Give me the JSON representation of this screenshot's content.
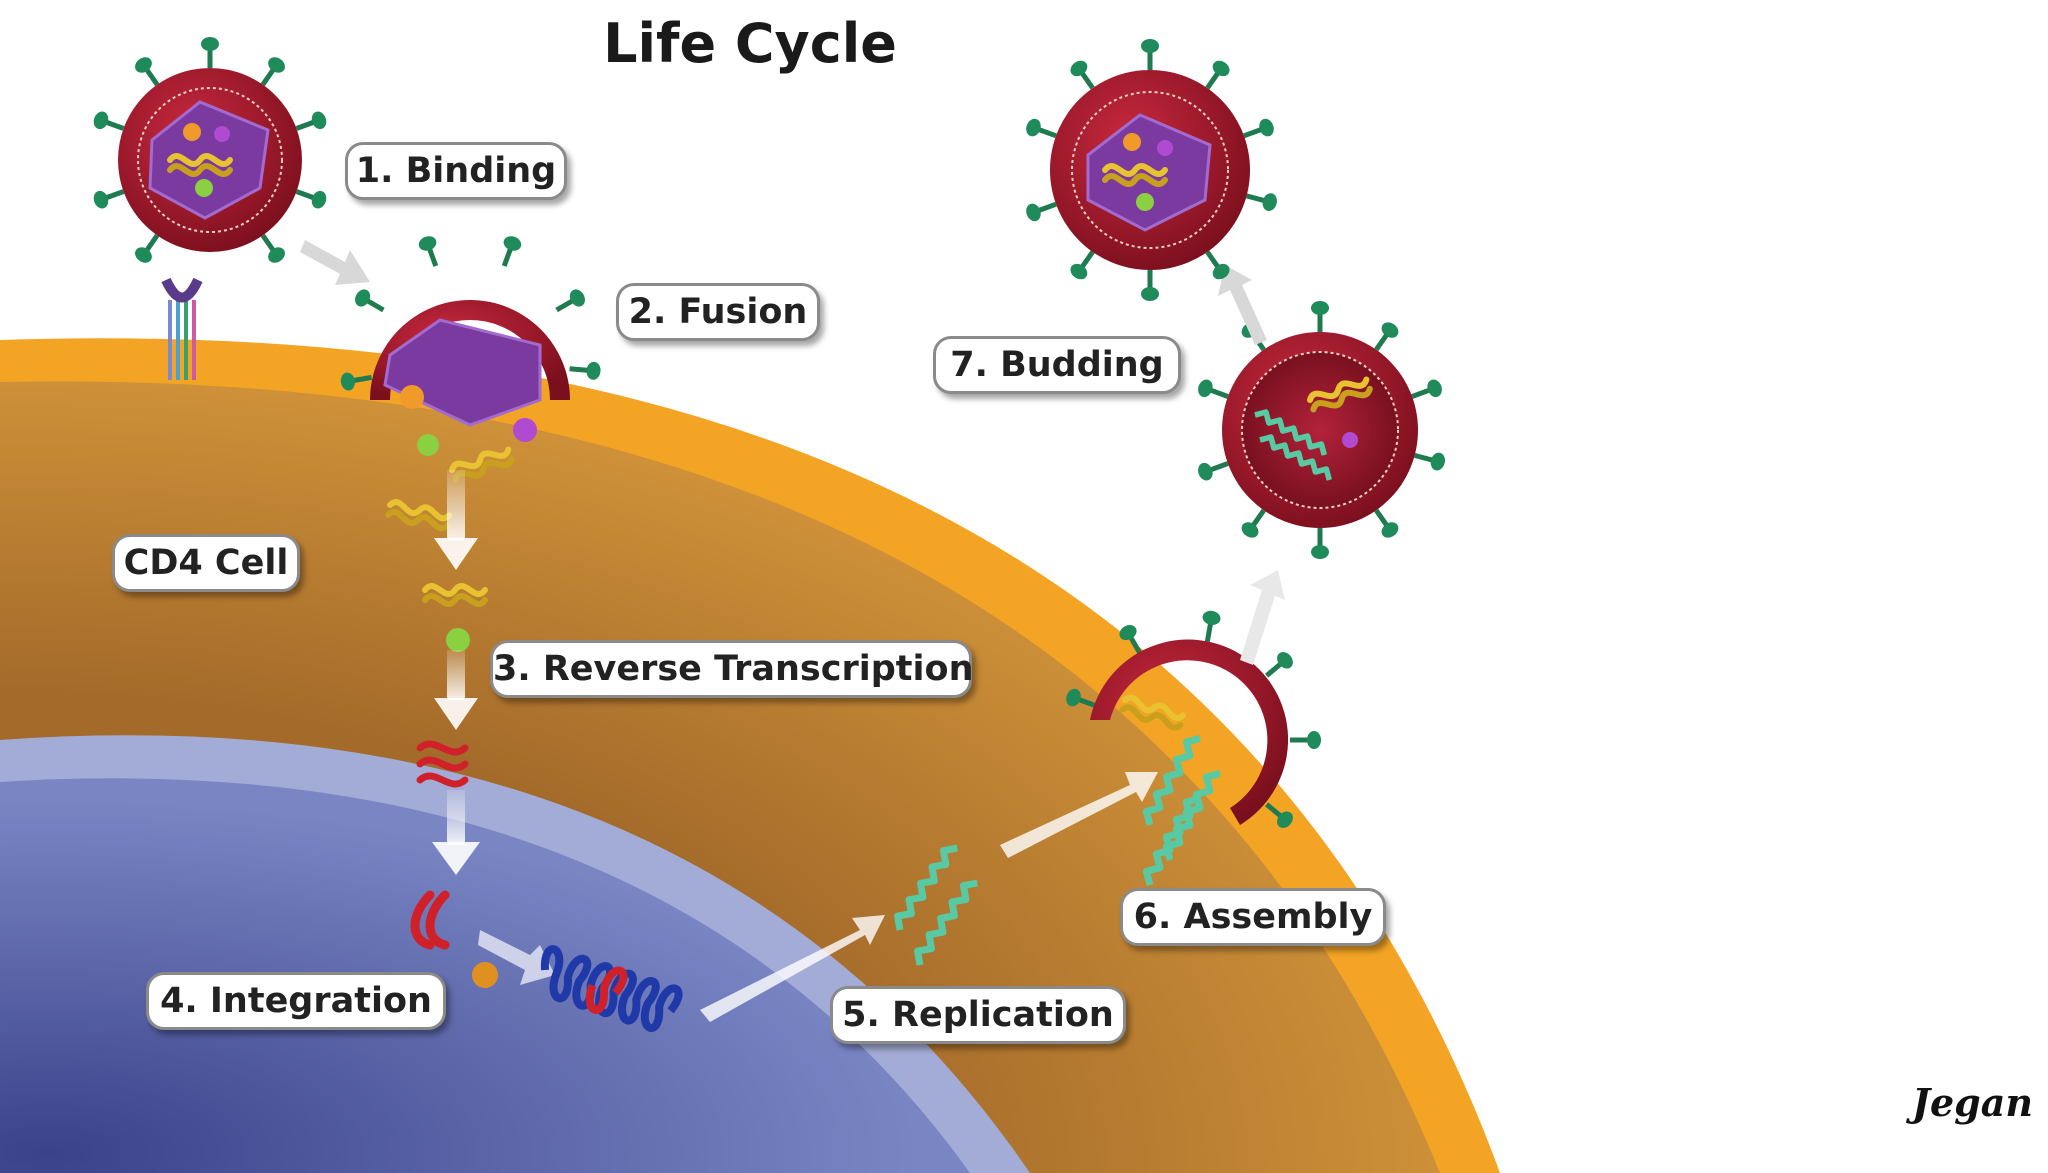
{
  "title": "Life Cycle",
  "cell_label": "CD4 Cell",
  "steps": [
    {
      "label": "1. Binding"
    },
    {
      "label": "2. Fusion"
    },
    {
      "label": "3. Reverse Transcription"
    },
    {
      "label": "4. Integration"
    },
    {
      "label": "5. Replication"
    },
    {
      "label": "6. Assembly"
    },
    {
      "label": "7. Budding"
    }
  ],
  "signature": "Jegan",
  "colors": {
    "membrane": "#f3a425",
    "cytoplasm": "#c98a33",
    "nuclear_envelope": "#a3acd6",
    "nucleus": "#5b67a8",
    "virus_shell": "#a0182a",
    "virus_spike": "#1f7a50",
    "capsid": "#7a3aa0",
    "rna": "#e8c230",
    "dna_new": "#d0202a",
    "dna_host": "#1f3aa8",
    "replicated_rna": "#58c9a2"
  },
  "icons": [
    "virus-particle",
    "cd4-receptor",
    "capsid",
    "viral-rna",
    "viral-dna",
    "host-dna",
    "enzyme-sphere",
    "arrow"
  ]
}
